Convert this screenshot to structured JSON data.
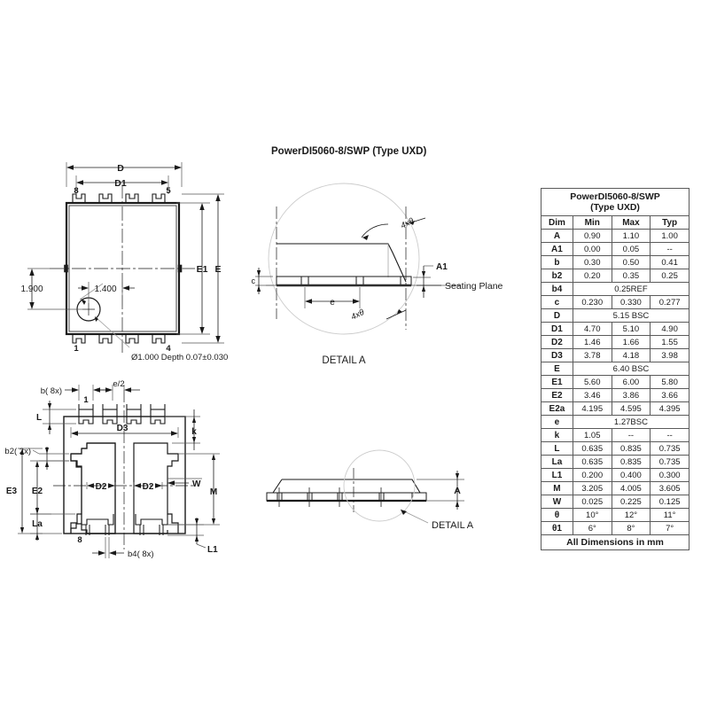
{
  "drawing": {
    "title": "PowerDI5060-8/SWP (Type UXD)",
    "detail_label": "DETAIL A",
    "detail_label_2": "DETAIL A",
    "seating_plane": "Seating Plane",
    "hole_callout": "Ø1.000 Depth 0.07±0.030",
    "top_view": {
      "dim_D": "D",
      "dim_D1": "D1",
      "dim_E": "E",
      "dim_E1": "E1",
      "dim_1900": "1.900",
      "dim_1400": "1.400",
      "pin_8": "8",
      "pin_5": "5",
      "pin_1": "1",
      "pin_4": "4"
    },
    "detail_view": {
      "angle_top": "4xθ",
      "angle_bottom": "4xθ",
      "dim_c": "c",
      "dim_e": "e",
      "dim_A1": "A1"
    },
    "bottom_view": {
      "dim_b": "b(  8x)",
      "dim_e2": "e/2",
      "dim_L": "L",
      "dim_b2": "b2(  2x)",
      "dim_D3": "D3",
      "dim_k": "k",
      "dim_E3": "E3",
      "dim_E2": "E2",
      "dim_D2_left": "D2",
      "dim_D2_right": "D2",
      "dim_W": "W",
      "dim_M": "M",
      "dim_La": "La",
      "dim_L1": "L1",
      "dim_b4": "b4(  8x)",
      "pin_1": "1",
      "pin_8": "8"
    },
    "side_view": {
      "dim_A": "A"
    }
  },
  "table": {
    "title_line1": "PowerDI5060-8/SWP",
    "title_line2": "(Type UXD)",
    "headers": [
      "Dim",
      "Min",
      "Max",
      "Typ"
    ],
    "footer": "All Dimensions in mm",
    "rows": [
      {
        "dim": "A",
        "span": false,
        "min": "0.90",
        "max": "1.10",
        "typ": "1.00"
      },
      {
        "dim": "A1",
        "span": false,
        "min": "0.00",
        "max": "0.05",
        "typ": "--"
      },
      {
        "dim": "b",
        "span": false,
        "min": "0.30",
        "max": "0.50",
        "typ": "0.41"
      },
      {
        "dim": "b2",
        "span": false,
        "min": "0.20",
        "max": "0.35",
        "typ": "0.25"
      },
      {
        "dim": "b4",
        "span": true,
        "value": "0.25REF"
      },
      {
        "dim": "c",
        "span": false,
        "min": "0.230",
        "max": "0.330",
        "typ": "0.277"
      },
      {
        "dim": "D",
        "span": true,
        "value": "5.15 BSC"
      },
      {
        "dim": "D1",
        "span": false,
        "min": "4.70",
        "max": "5.10",
        "typ": "4.90"
      },
      {
        "dim": "D2",
        "span": false,
        "min": "1.46",
        "max": "1.66",
        "typ": "1.55"
      },
      {
        "dim": "D3",
        "span": false,
        "min": "3.78",
        "max": "4.18",
        "typ": "3.98"
      },
      {
        "dim": "E",
        "span": true,
        "value": "6.40 BSC"
      },
      {
        "dim": "E1",
        "span": false,
        "min": "5.60",
        "max": "6.00",
        "typ": "5.80"
      },
      {
        "dim": "E2",
        "span": false,
        "min": "3.46",
        "max": "3.86",
        "typ": "3.66"
      },
      {
        "dim": "E2a",
        "span": false,
        "min": "4.195",
        "max": "4.595",
        "typ": "4.395"
      },
      {
        "dim": "e",
        "span": true,
        "value": "1.27BSC"
      },
      {
        "dim": "k",
        "span": false,
        "min": "1.05",
        "max": "--",
        "typ": "--"
      },
      {
        "dim": "L",
        "span": false,
        "min": "0.635",
        "max": "0.835",
        "typ": "0.735"
      },
      {
        "dim": "La",
        "span": false,
        "min": "0.635",
        "max": "0.835",
        "typ": "0.735"
      },
      {
        "dim": "L1",
        "span": false,
        "min": "0.200",
        "max": "0.400",
        "typ": "0.300"
      },
      {
        "dim": "M",
        "span": false,
        "min": "3.205",
        "max": "4.005",
        "typ": "3.605"
      },
      {
        "dim": "W",
        "span": false,
        "min": "0.025",
        "max": "0.225",
        "typ": "0.125"
      },
      {
        "dim": "θ",
        "span": false,
        "min": "10°",
        "max": "12°",
        "typ": "11°"
      },
      {
        "dim": "θ1",
        "span": false,
        "min": "6°",
        "max": "8°",
        "typ": "7°"
      }
    ]
  },
  "colors": {
    "line": "#1a1a1a",
    "thin": "#555555",
    "leader": "#999999",
    "background": "#ffffff"
  }
}
